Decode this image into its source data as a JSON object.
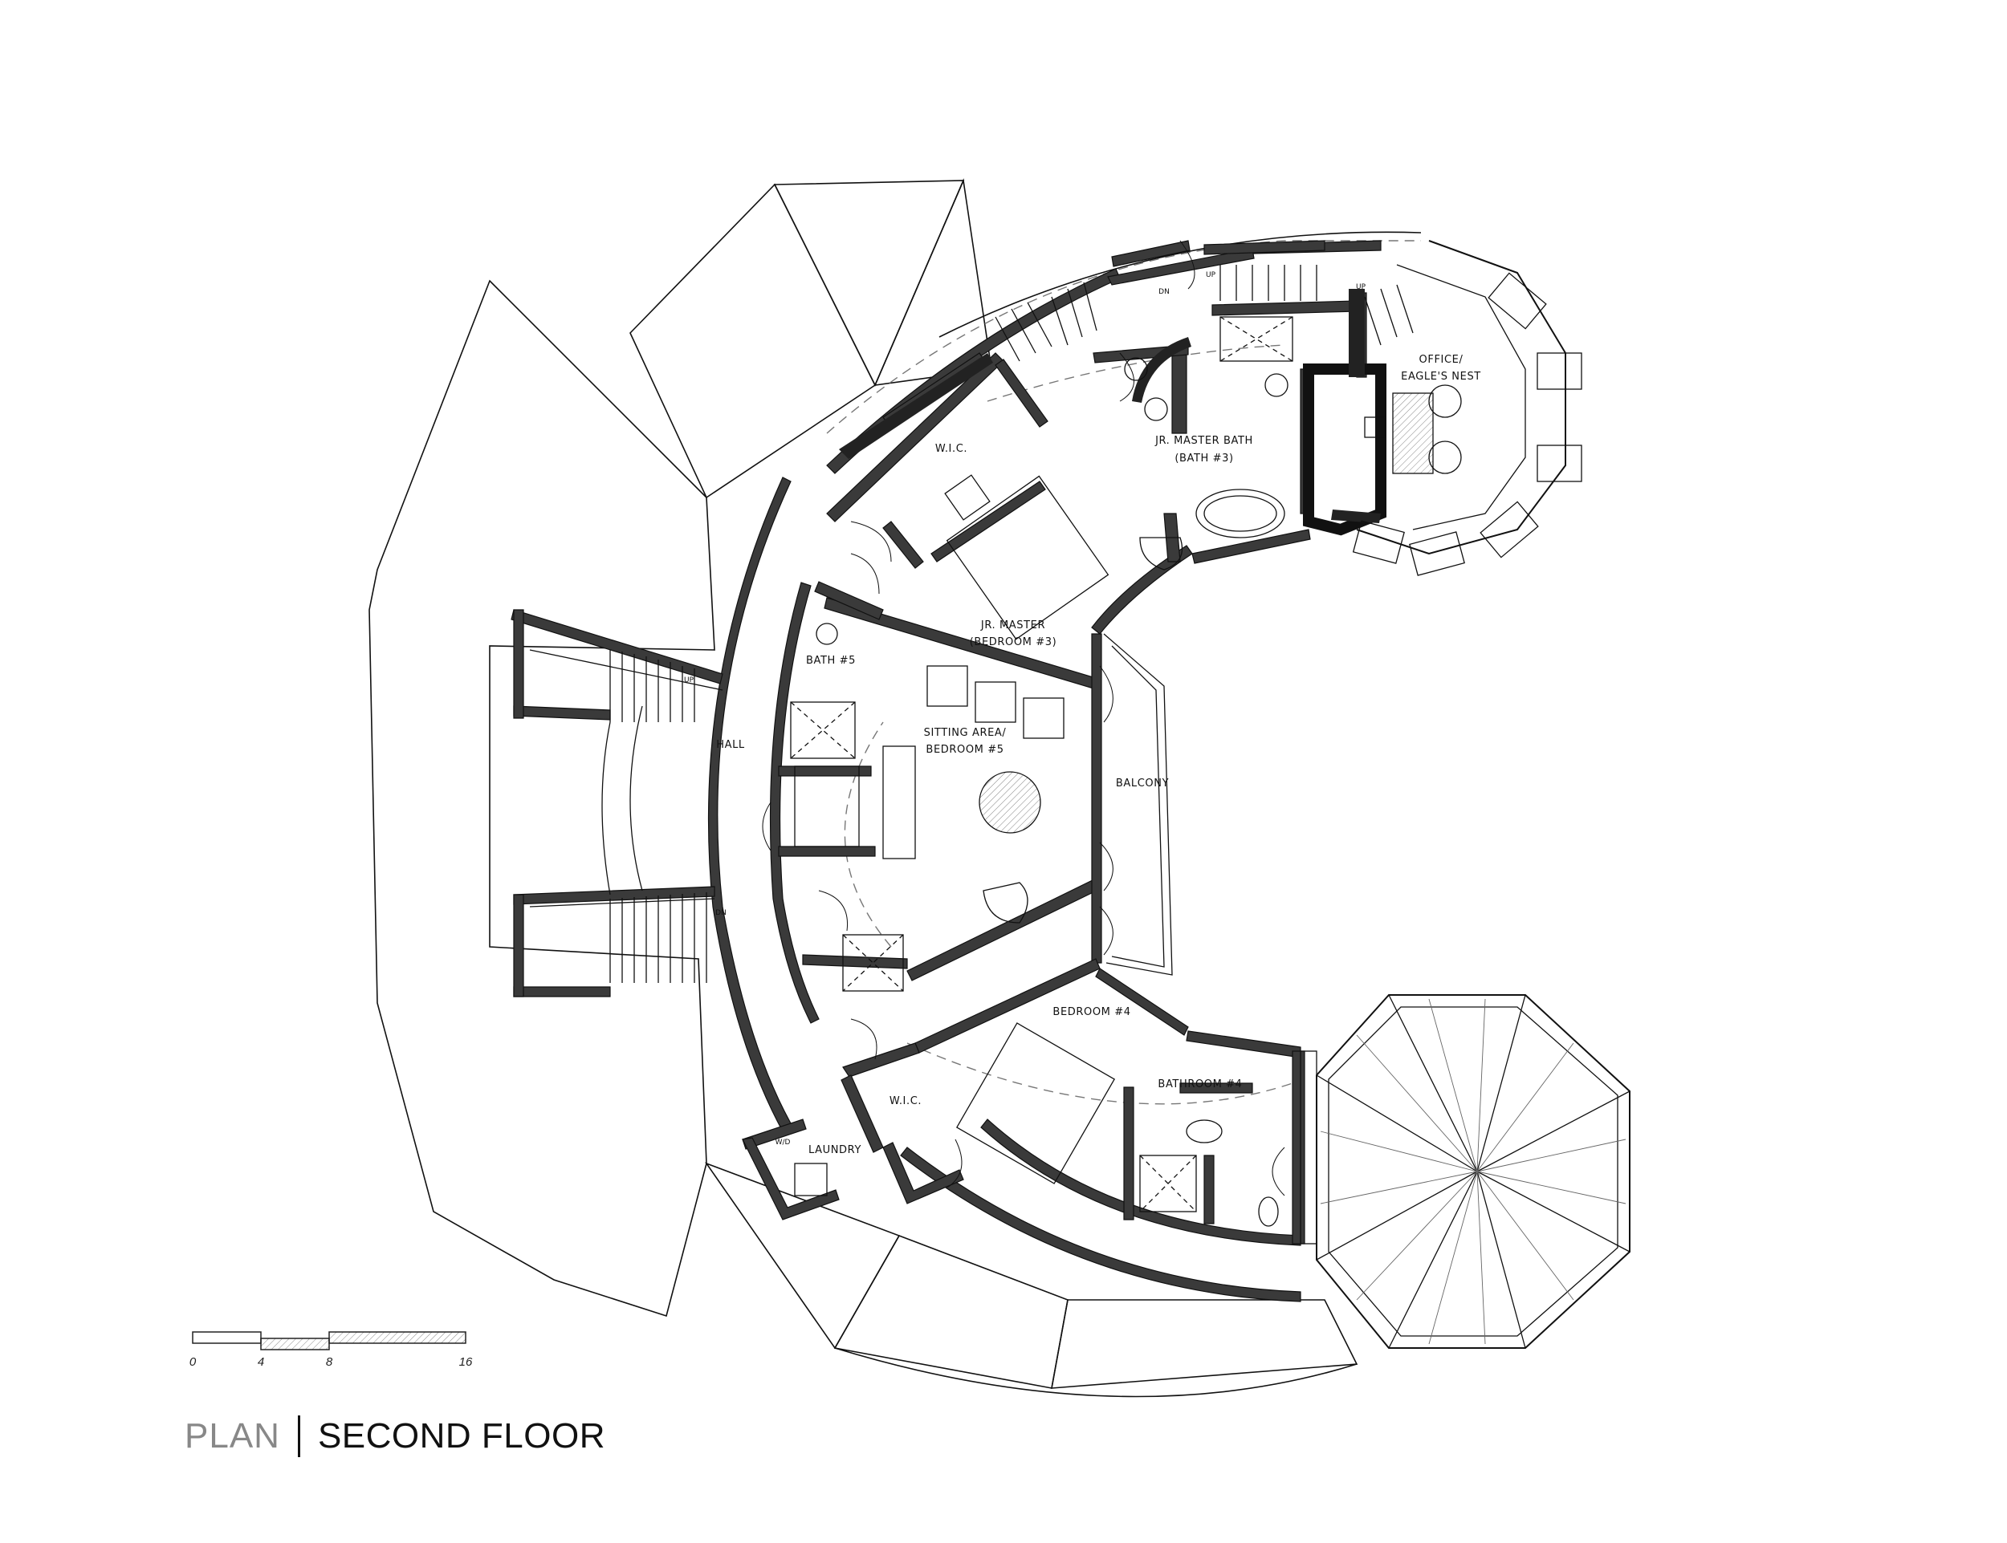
{
  "title": {
    "prefix": "PLAN",
    "name": "SECOND FLOOR"
  },
  "rooms": {
    "wic_north": "W.I.C.",
    "jr_master_bath_line1": "JR. MASTER BATH",
    "jr_master_bath_line2": "(BATH #3)",
    "office_line1": "OFFICE/",
    "office_line2": "EAGLE'S NEST",
    "jr_master_line1": "JR. MASTER",
    "jr_master_line2": "(BEDROOM #3)",
    "bath5": "BATH #5",
    "sitting_line1": "SITTING AREA/",
    "sitting_line2": "BEDROOM #5",
    "hall": "HALL",
    "balcony": "BALCONY",
    "bedroom4": "BEDROOM #4",
    "bathroom4": "BATHROOM #4",
    "wic_south": "W.I.C.",
    "laundry": "LAUNDRY",
    "wd": "W/D"
  },
  "stair_labels": {
    "up_hall": "UP",
    "dn_hall": "DN",
    "dn_north": "DN",
    "up_north": "UP",
    "up_office": "UP"
  },
  "scale_bar": {
    "ticks": [
      "0",
      "4",
      "8",
      "16"
    ]
  },
  "colors": {
    "wall": "#3a3a3a",
    "line": "#111111",
    "hatch": "#888888"
  }
}
